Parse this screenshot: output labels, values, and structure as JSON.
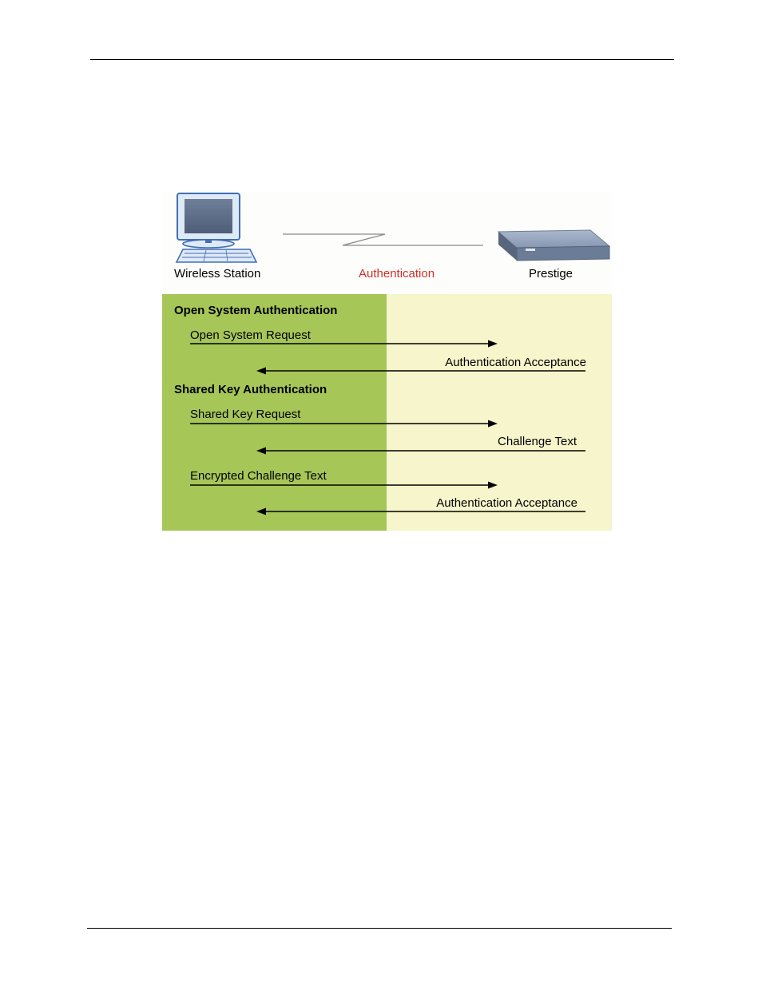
{
  "figure": {
    "station_label": "Wireless Station",
    "link_label": "Authentication",
    "device_label": "Prestige",
    "open_system": {
      "heading": "Open System Authentication",
      "request": "Open System Request",
      "response": "Authentication Acceptance"
    },
    "shared_key": {
      "heading": "Shared Key Authentication",
      "request": "Shared Key Request",
      "challenge": "Challenge Text",
      "encrypted": "Encrypted Challenge Text",
      "response": "Authentication Acceptance"
    }
  },
  "colors": {
    "left_panel": "#a6c658",
    "right_panel": "#f6f5cb",
    "link_label": "#c8322b"
  }
}
